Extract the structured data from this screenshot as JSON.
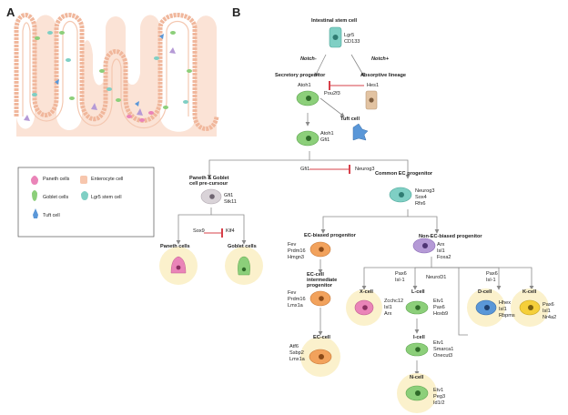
{
  "panels": {
    "a": "A",
    "b": "B"
  },
  "legend": {
    "paneth": "Paneth cells",
    "enterocyte": "Enterocyte cell",
    "goblet": "Goblet cells",
    "lgr5": "Lgr5 stem cell",
    "tuft": "Tuft cell"
  },
  "nodes": {
    "isc": {
      "title": "Intestinal stem cell",
      "markers": [
        "Lgr5",
        "CD133"
      ]
    },
    "notch_minus": "Notch-",
    "notch_plus": "Notch+",
    "secretory": {
      "title": "Secretory progenitor",
      "markers": [
        "Atoh1"
      ]
    },
    "absorptive": {
      "title": "Absorptive lineage",
      "markers": [
        "Hes1"
      ]
    },
    "pou2f3": "Pou2f3",
    "tuft": "Tuft cell",
    "atoh1_gfi1": [
      "Atoh1",
      "Gfi1"
    ],
    "gfi1": "Gfi1",
    "neurog3": "Neurog3",
    "common_ec": {
      "title": "Common EC progenitor",
      "markers": [
        "Neurog3",
        "Sox4",
        "Rfx6"
      ]
    },
    "paneth_goblet": {
      "title": [
        "Paneth & Goblet",
        "cell pre-cursour"
      ],
      "markers": [
        "Gfi1",
        "Stk11"
      ]
    },
    "sox9": "Sox9",
    "klf4": "Klf4",
    "paneth": "Paneth cells",
    "goblet": "Goblet cells",
    "ec_biased": {
      "title": "EC-biased progenitor",
      "markers": [
        "Fev",
        "Prdm16",
        "Hmgn3"
      ]
    },
    "non_ec": {
      "title": "Non-EC-biased progenitor",
      "markers": [
        "Arx",
        "Isl1",
        "Foxa2"
      ]
    },
    "ec_intermediate": {
      "title": [
        "EC-cell",
        "intermediate",
        "progenitor"
      ],
      "markers": [
        "Fev",
        "Prdm16",
        "Lmx1a"
      ]
    },
    "ec_cell": {
      "title": "EC-cell",
      "markers": [
        "Atf6",
        "Ssbp2",
        "Lmx1a"
      ]
    },
    "x_branch": [
      "Pax6",
      "Isl-1"
    ],
    "x_cell": {
      "title": "X-cell",
      "markers": [
        "Zcchc12",
        "Isl1",
        "Arx"
      ]
    },
    "neurod1": "NeuroD1",
    "l_cell": {
      "title": "L-cell",
      "markers": [
        "Etv1",
        "Pax6",
        "Hoxb9"
      ]
    },
    "i_cell": {
      "title": "I-cell",
      "markers": [
        "Etv1",
        "Smarca1",
        "Onecut3"
      ]
    },
    "n_cell": {
      "title": "N-cell",
      "markers": [
        "Etv1",
        "Peg3",
        "Id1/2"
      ]
    },
    "d_branch": [
      "Pax6",
      "Isl-1"
    ],
    "d_cell": {
      "title": "D-cell",
      "markers": [
        "Hhex",
        "Isl1",
        "Rbpms"
      ]
    },
    "k_cell": {
      "title": "K-cell",
      "markers": [
        "Pax6",
        "Isl1",
        "Nr4a2"
      ]
    }
  },
  "colors": {
    "tissue": "#fbe3d6",
    "tissue_edge": "#f0b79c",
    "enterocyte": "#f7c6ad",
    "teal": "#7fcfc4",
    "green": "#8ccf7a",
    "orange": "#f2a25c",
    "purple": "#b59ad6",
    "pink": "#ea84b8",
    "blue": "#5a97d8",
    "yellow_cell": "#f5cf3a",
    "halo": "#fbf1cc",
    "inhibit": "#d7404a",
    "line": "#8a8a8a"
  }
}
